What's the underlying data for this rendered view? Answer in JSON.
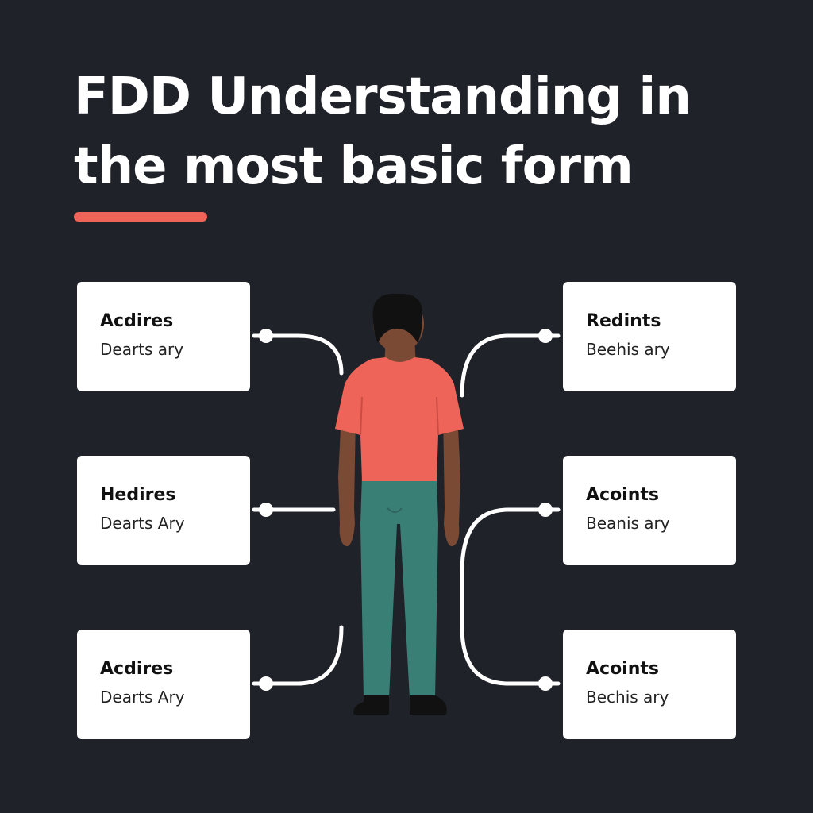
{
  "title": {
    "line1": "FDD Understanding in",
    "line2": "the most basic form"
  },
  "colors": {
    "background": "#1f2228",
    "accent": "#ef6459",
    "card": "#ffffff",
    "connector": "#ffffff",
    "shirt": "#ef6459",
    "pants": "#3a7f76",
    "skin": "#7a4a35",
    "hair": "#111111"
  },
  "cards": {
    "left": [
      {
        "title": "Acdires",
        "subtitle": "Dearts ary"
      },
      {
        "title": "Hedires",
        "subtitle": "Dearts Ary"
      },
      {
        "title": "Acdires",
        "subtitle": "Dearts Ary"
      }
    ],
    "right": [
      {
        "title": "Redints",
        "subtitle": "Beehis ary"
      },
      {
        "title": "Acoints",
        "subtitle": "Beanis ary"
      },
      {
        "title": "Acoints",
        "subtitle": "Bechis ary"
      }
    ]
  },
  "figure": {
    "icon": "person-standing-back-icon"
  }
}
